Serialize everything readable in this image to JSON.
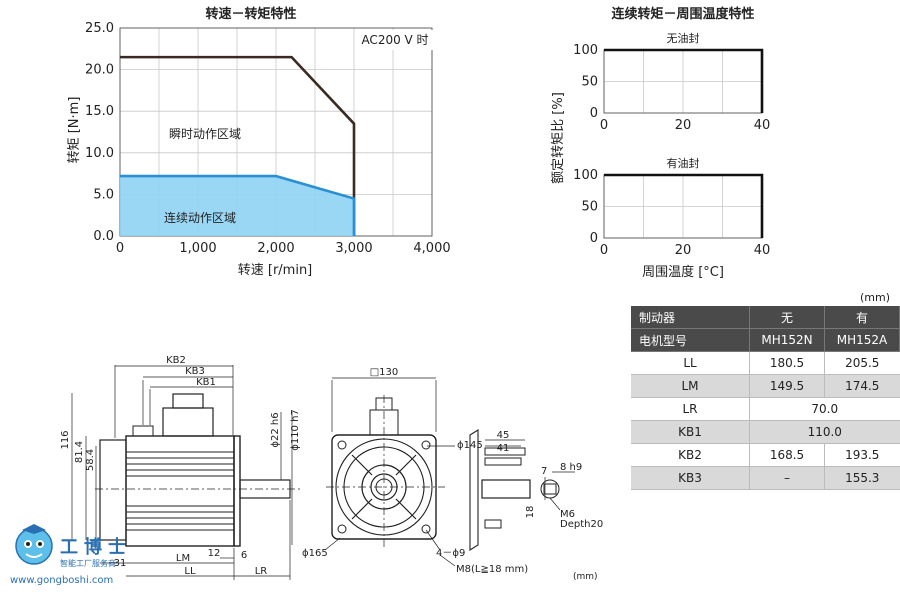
{
  "chart_data": [
    {
      "type": "area",
      "title": "转速－转矩特性",
      "xlabel": "转速 [r/min]",
      "ylabel": "转矩 [N·m]",
      "xlim": [
        0,
        4000
      ],
      "ylim": [
        0,
        25
      ],
      "x_ticks": [
        "0",
        "1,000",
        "2,000",
        "3,000",
        "4,000"
      ],
      "y_ticks": [
        "0.0",
        "5.0",
        "10.0",
        "15.0",
        "20.0",
        "25.0"
      ],
      "annotation": "AC200 V 时",
      "grid": true,
      "series": [
        {
          "name": "瞬时动作区域",
          "x": [
            0,
            2200,
            3000,
            3000
          ],
          "y": [
            21.5,
            21.5,
            13.5,
            0
          ],
          "color": "#3a2a22"
        },
        {
          "name": "连续动作区域",
          "x": [
            0,
            2000,
            3000,
            3000
          ],
          "y": [
            7.2,
            7.2,
            4.5,
            0
          ],
          "color": "#2b8fd6",
          "fill": "#8fd3f4"
        }
      ]
    },
    {
      "type": "line",
      "title": "连续转矩－周围温度特性",
      "subtitle": "无油封",
      "xlabel": "",
      "ylabel": "额定转矩比 [%]",
      "xlim": [
        0,
        40
      ],
      "ylim": [
        0,
        100
      ],
      "x_ticks": [
        "0",
        "20",
        "40"
      ],
      "y_ticks": [
        "0",
        "50",
        "100"
      ],
      "grid": true,
      "series": [
        {
          "x": [
            0,
            40,
            40
          ],
          "y": [
            100,
            100,
            0
          ],
          "color": "#111111"
        }
      ]
    },
    {
      "type": "line",
      "title": "",
      "subtitle": "有油封",
      "xlabel": "周围温度 [°C]",
      "ylabel": "",
      "xlim": [
        0,
        40
      ],
      "ylim": [
        0,
        100
      ],
      "x_ticks": [
        "0",
        "20",
        "40"
      ],
      "y_ticks": [
        "0",
        "50",
        "100"
      ],
      "grid": true,
      "series": [
        {
          "x": [
            0,
            40,
            40
          ],
          "y": [
            100,
            100,
            0
          ],
          "color": "#111111"
        }
      ]
    }
  ],
  "table": {
    "unit": "(mm)",
    "rows": [
      {
        "label": "制动器",
        "a": "无",
        "b": "有",
        "style": "head"
      },
      {
        "label": "电机型号",
        "a": "MH152N",
        "b": "MH152A",
        "style": "head"
      },
      {
        "label": "LL",
        "a": "180.5",
        "b": "205.5",
        "style": "plain"
      },
      {
        "label": "LM",
        "a": "149.5",
        "b": "174.5",
        "style": "shade"
      },
      {
        "label": "LR",
        "merged": "70.0",
        "style": "plain"
      },
      {
        "label": "KB1",
        "merged": "110.0",
        "style": "shade"
      },
      {
        "label": "KB2",
        "a": "168.5",
        "b": "193.5",
        "style": "plain"
      },
      {
        "label": "KB3",
        "a": "–",
        "b": "155.3",
        "style": "shade"
      }
    ]
  },
  "drawing": {
    "unit": "(mm)",
    "labels": {
      "kb2": "KB2",
      "kb3": "KB3",
      "kb1": "KB1",
      "d116": "116",
      "d814": "81.4",
      "d584": "58.4",
      "d22": "ϕ22 h6",
      "d110": "ϕ110 h7",
      "lm": "LM",
      "ll": "LL",
      "lr": "LR",
      "d12": "12",
      "d6": "6",
      "d31": "31",
      "sq130": "□130",
      "d145": "ϕ145",
      "d165": "ϕ165",
      "holes": "4－ϕ9",
      "m8": "M8(L≧18 mm)",
      "d45": "45",
      "d41": "41",
      "d7": "7",
      "d8h9": "8 h9",
      "d18": "18",
      "m6": "M6",
      "depth": "Depth20"
    }
  },
  "logo": {
    "name": "工博士",
    "subtitle": "智能工厂服务商",
    "url": "www.gongboshi.com"
  }
}
